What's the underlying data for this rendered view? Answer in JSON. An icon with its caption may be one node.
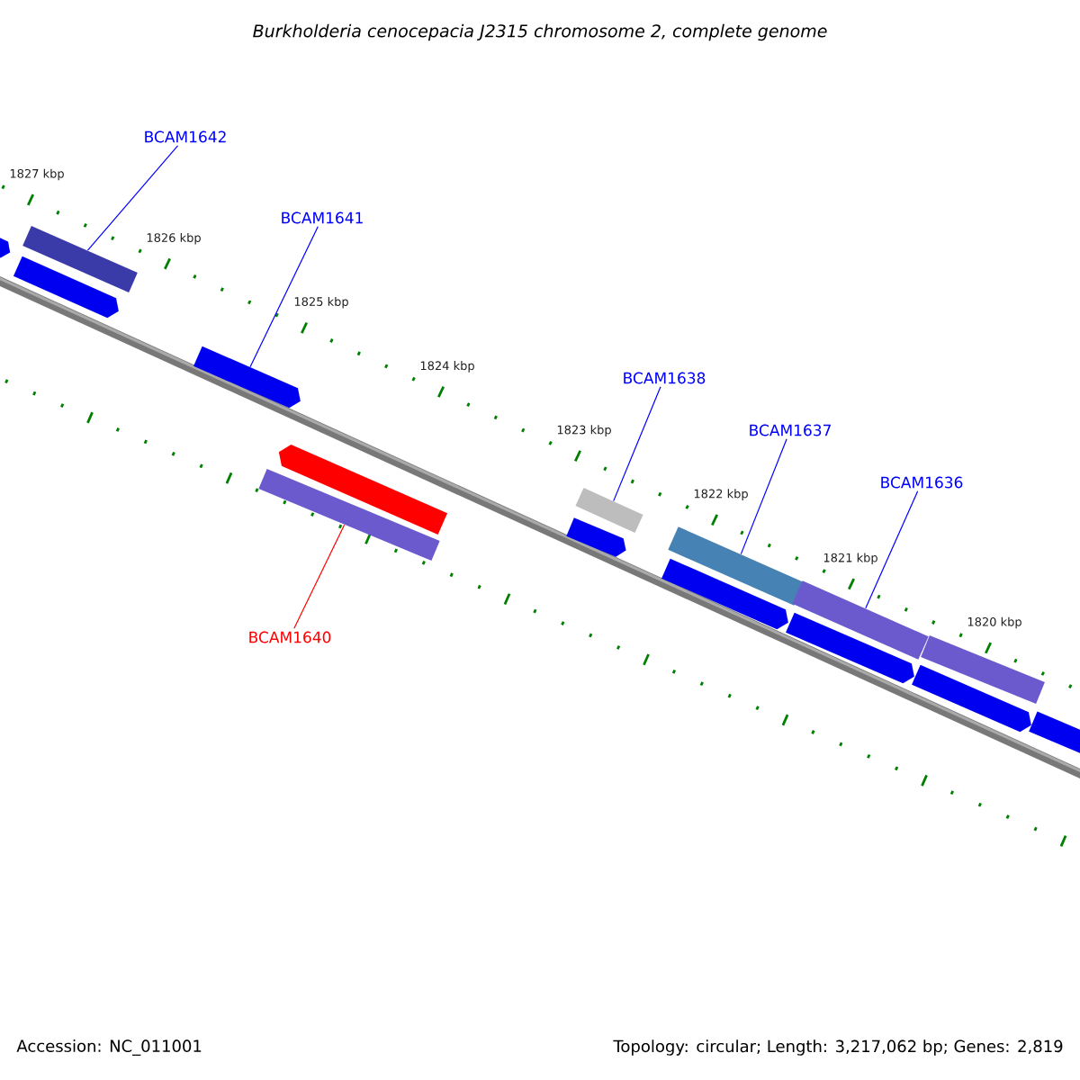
{
  "diagram": {
    "title": "Burkholderia cenocepacia J2315 chromosome 2, complete genome",
    "nodes": [
      {
        "text": [
          "BCAM1642"
        ]
      },
      {
        "text": [
          "BCAM1641"
        ]
      },
      {
        "text": [
          "BCAM1638"
        ]
      },
      {
        "text": [
          "BCAM1637"
        ]
      },
      {
        "text": [
          "BCAM1636"
        ]
      },
      {
        "text": [
          "BCAM1640"
        ]
      },
      {
        "text": [],
        "shape": "pentagon"
      },
      {
        "text": [],
        "shape": "pentagon"
      },
      {
        "text": [],
        "shape": "bar"
      },
      {
        "text": [],
        "shape": "pentagon"
      },
      {
        "text": [],
        "shape": "bar"
      },
      {
        "text": [],
        "shape": "pentagon"
      },
      {
        "text": [],
        "shape": "pentagon"
      },
      {
        "text": [],
        "shape": "bar"
      },
      {
        "text": [],
        "shape": "pentagon"
      },
      {
        "text": [],
        "shape": "bar"
      },
      {
        "text": [],
        "shape": "pentagon"
      },
      {
        "text": [],
        "shape": "bar"
      },
      {
        "text": [],
        "shape": "pentagon"
      },
      {
        "text": [],
        "shape": "bar"
      },
      {
        "text": [],
        "shape": "pentagon"
      }
    ],
    "edges": [
      {
        "from": 0,
        "to": 8,
        "arrow": "none"
      },
      {
        "from": 1,
        "to": 9,
        "arrow": "none"
      },
      {
        "from": 5,
        "to": 10,
        "arrow": "none",
        "color": "#ff0000"
      },
      {
        "from": 2,
        "to": 13,
        "arrow": "none"
      },
      {
        "from": 3,
        "to": 15,
        "arrow": "none"
      },
      {
        "from": 4,
        "to": 17,
        "arrow": "none"
      }
    ],
    "labels": [
      "1827 kbp",
      "1826 kbp",
      "1825 kbp",
      "1824 kbp",
      "1823 kbp",
      "1822 kbp",
      "1821 kbp",
      "1820 kbp",
      "Accession: NC_011001",
      "Topology: circular; Length: 3,217,062 bp; Genes: 2,819"
    ]
  }
}
